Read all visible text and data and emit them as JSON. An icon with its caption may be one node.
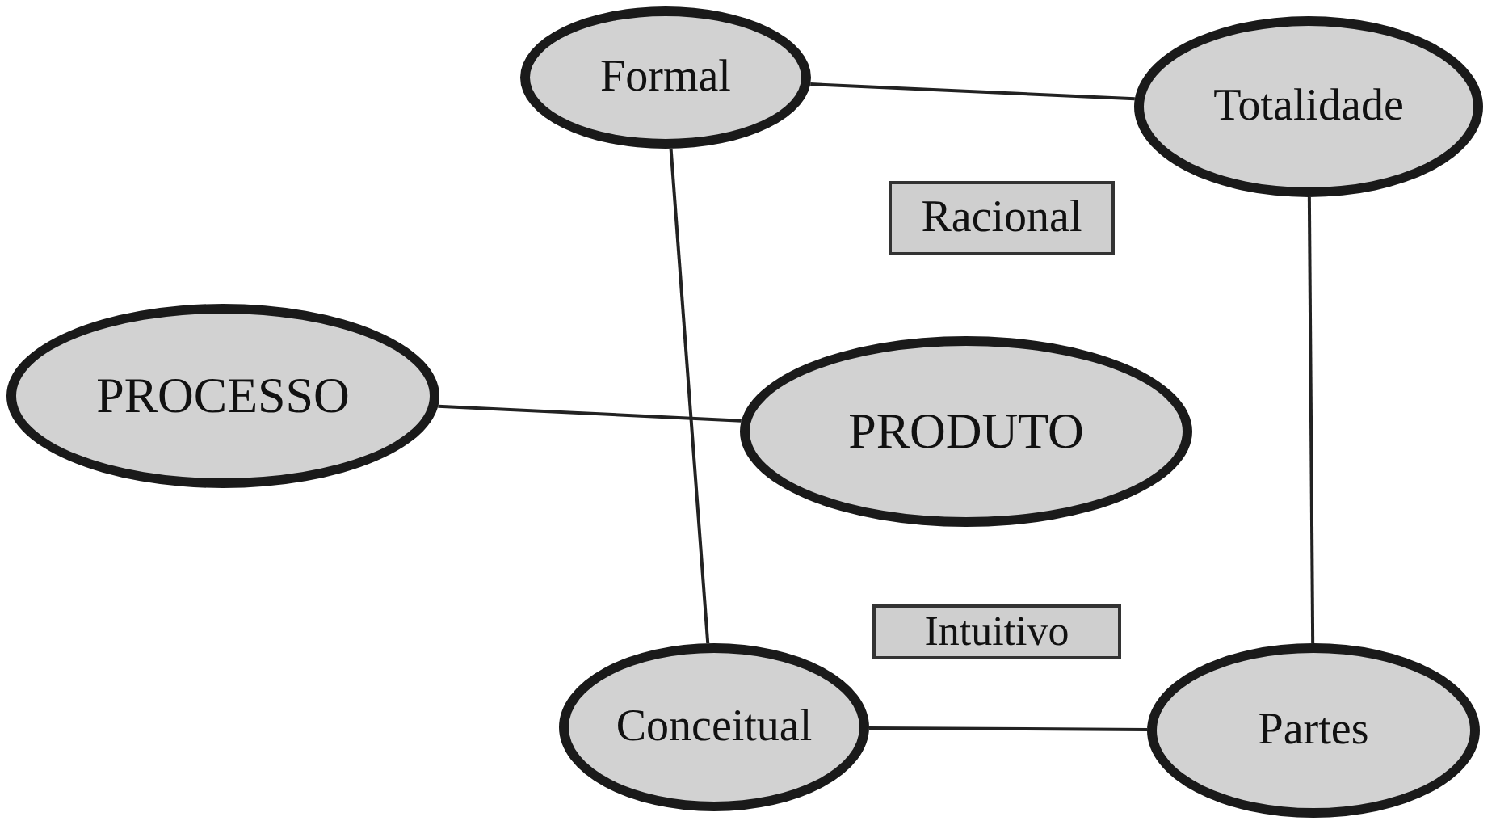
{
  "diagram": {
    "nodes": [
      {
        "text": [
          "Formal"
        ]
      },
      {
        "text": [
          "Totalidade"
        ]
      },
      {
        "text": [
          "Racional"
        ]
      },
      {
        "text": [
          "PROCESSO"
        ]
      },
      {
        "text": [
          "PRODUTO"
        ]
      },
      {
        "text": [
          "Intuitivo"
        ]
      },
      {
        "text": [
          "Conceitual"
        ]
      },
      {
        "text": [
          "Partes"
        ]
      }
    ],
    "edges": [
      {
        "from": 0,
        "to": 1,
        "arrow": "none"
      },
      {
        "from": 0,
        "to": 6,
        "arrow": "none"
      },
      {
        "from": 1,
        "to": 7,
        "arrow": "none"
      },
      {
        "from": 3,
        "to": 4,
        "arrow": "none"
      },
      {
        "from": 6,
        "to": 7,
        "arrow": "none"
      }
    ]
  }
}
